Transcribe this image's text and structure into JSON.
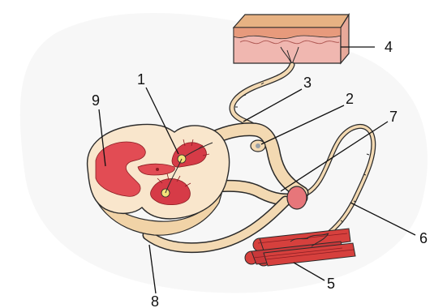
{
  "labels": {
    "l1": "1",
    "l2": "2",
    "l3": "3",
    "l4": "4",
    "l5": "5",
    "l6": "6",
    "l7": "7",
    "l8": "8",
    "l9": "9"
  },
  "colors": {
    "background": "#ffffff",
    "spinal_cord_body": "#f9e6cc",
    "gray_matter": "#e24c54",
    "nerve_fiber": "#f3d9b2",
    "skin_top": "#e7b283",
    "skin_lower": "#f0b7b0",
    "muscle": "#d6403d",
    "outline": "#2a2a2a",
    "pointer_lines": "#111111"
  }
}
